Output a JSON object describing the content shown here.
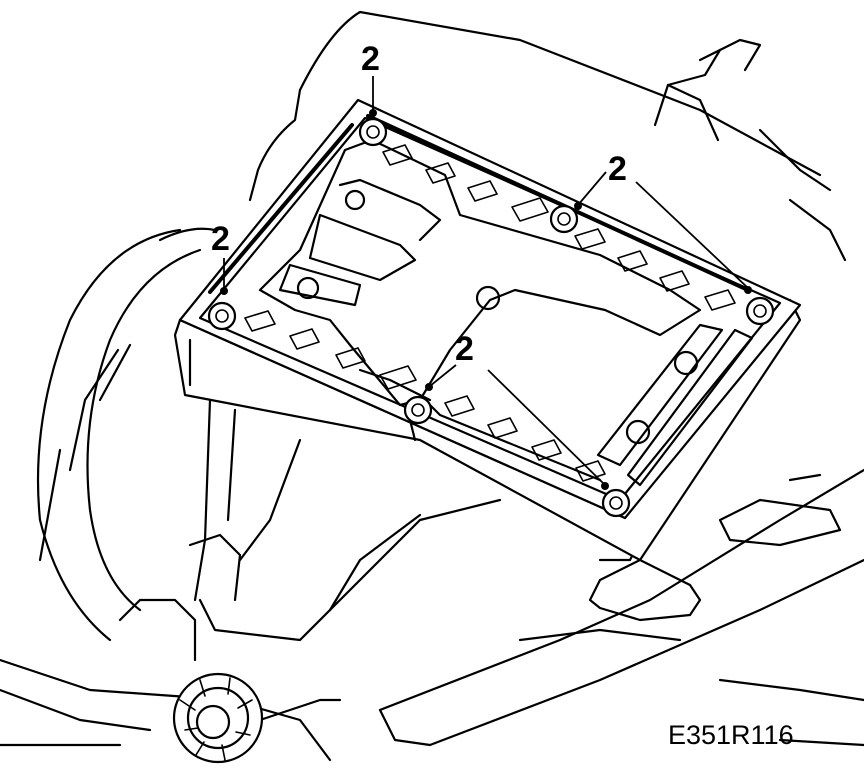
{
  "figure": {
    "code": "E351R116"
  },
  "callouts": [
    {
      "id": "c1",
      "label": "2"
    },
    {
      "id": "c2",
      "label": "2"
    },
    {
      "id": "c3",
      "label": "2"
    },
    {
      "id": "c4",
      "label": "2"
    }
  ]
}
